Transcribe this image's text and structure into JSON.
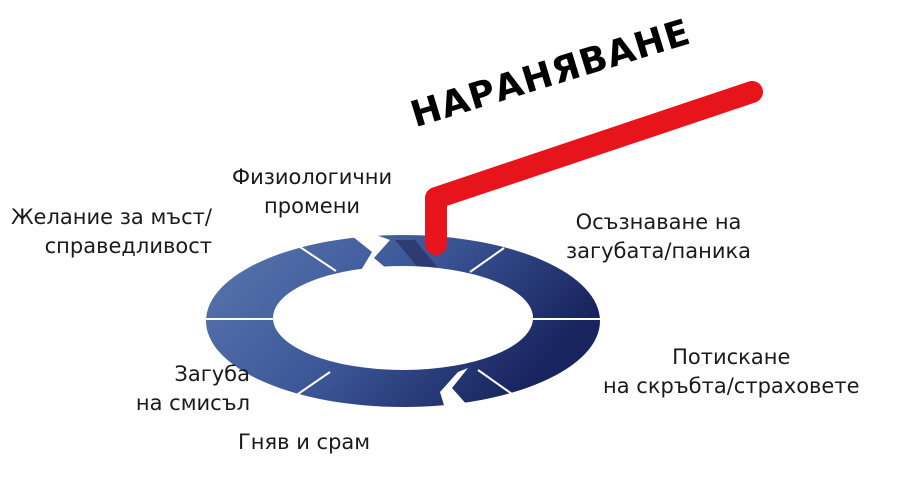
{
  "title": "НАРАНЯВАНЕ",
  "colors": {
    "ring_light": "#5370a8",
    "ring_dark": "#1c2a66",
    "accent": "#e8141c"
  },
  "stages": [
    {
      "line1": "Физиологични",
      "line2": "промени"
    },
    {
      "line1": "Осъзнаване на",
      "line2": "загубата/паника"
    },
    {
      "line1": "Потискане",
      "line2": "на скръбта/страховете"
    },
    {
      "line1": "Гняв и срам",
      "line2": ""
    },
    {
      "line1": "Загуба",
      "line2": "на смисъл"
    },
    {
      "line1": "Желание за мъст/",
      "line2": "справедливост"
    }
  ]
}
